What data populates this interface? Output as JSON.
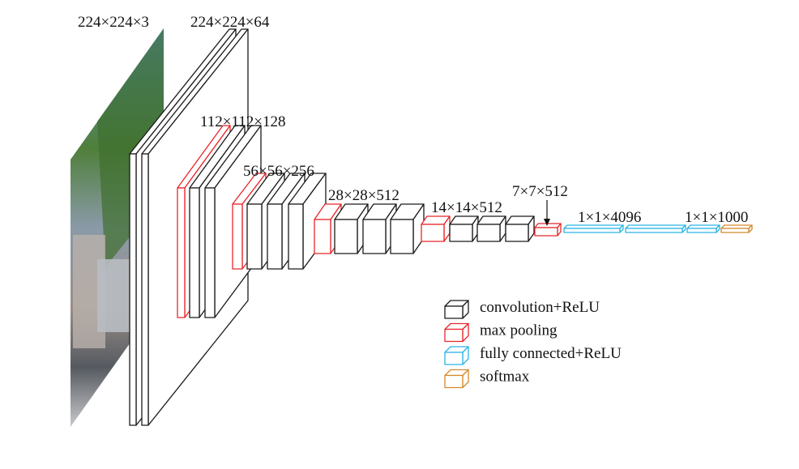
{
  "labels": {
    "input": "224×224×3",
    "block1": "224×224×64",
    "block2": "112×112×128",
    "block3": "56×56×256",
    "block4": "28×28×512",
    "block5": "14×14×512",
    "pool5": "7×7×512",
    "fc": "1×1×4096",
    "softmax": "1×1×1000"
  },
  "colors": {
    "conv": "#1a1a1a",
    "pool": "#e8262a",
    "fc": "#2ab4e6",
    "softmax": "#d4892a"
  },
  "layers": [
    "conv",
    "conv",
    "pool",
    "conv",
    "conv",
    "pool",
    "conv",
    "conv",
    "conv",
    "pool",
    "conv",
    "conv",
    "conv",
    "pool",
    "conv",
    "conv",
    "conv",
    "pool",
    "fc",
    "fc",
    "fc",
    "softmax"
  ],
  "legend": [
    {
      "type": "conv",
      "label": "convolution+ReLU"
    },
    {
      "type": "pool",
      "label": "max pooling"
    },
    {
      "type": "fc",
      "label": "fully connected+ReLU"
    },
    {
      "type": "softmax",
      "label": "softmax"
    }
  ]
}
